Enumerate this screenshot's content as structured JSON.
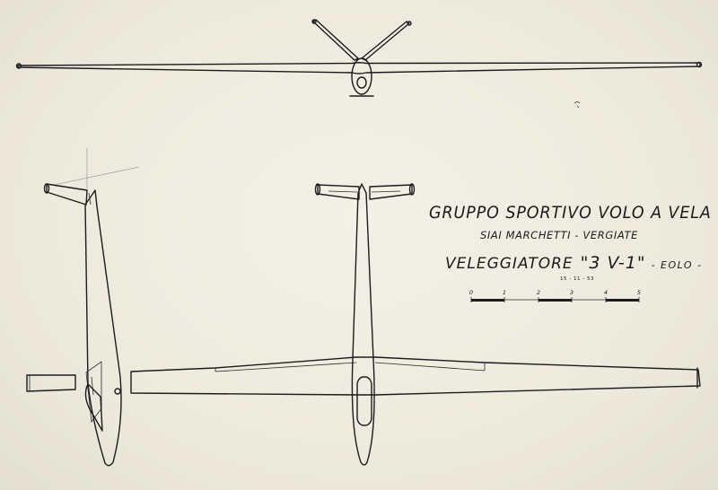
{
  "title_block": {
    "group": "GRUPPO SPORTIVO VOLO A VELA",
    "company": "SIAI MARCHETTI - VERGIATE",
    "aircraft_type": "VELEGGIATORE",
    "model": "\"3 V-1\"",
    "name": "- EOLO -",
    "date": "15 - 11 - 53"
  },
  "scale_bar": {
    "labels": [
      "0",
      "1",
      "2",
      "3",
      "4",
      "5"
    ]
  },
  "colors": {
    "paper": "#efede0",
    "ink": "#1c1c1c"
  }
}
